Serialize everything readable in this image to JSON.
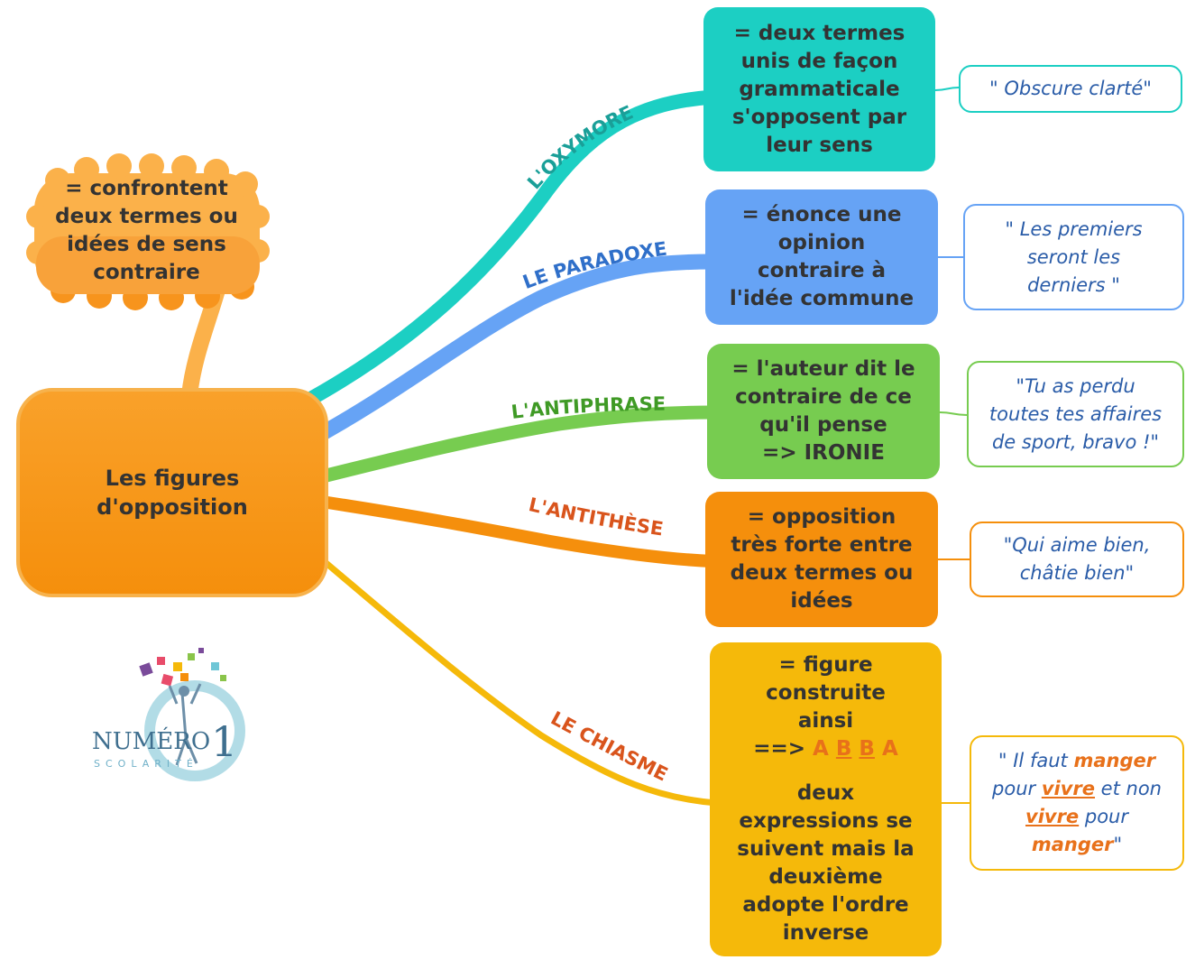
{
  "colors": {
    "oxymore": "#1ccfc3",
    "paradoxe": "#66a3f5",
    "antiphrase": "#77cc50",
    "antithese": "#f58f0c",
    "chiasme": "#f5b90a",
    "center": "#f7941d",
    "cloud": "#fbb14a",
    "example_text": "#2a5ca8",
    "highlight": "#e8711a"
  },
  "center": {
    "title_line1": "Les figures",
    "title_line2": "d'opposition"
  },
  "cloud": {
    "line1": "= confrontent",
    "line2": "deux termes ou",
    "line3": "idées de sens",
    "line4": "contraire"
  },
  "branches": {
    "oxymore": {
      "label": "L'OXYMORE",
      "def": [
        "= deux termes",
        "unis de façon",
        "grammaticale",
        "s'opposent par",
        "leur sens"
      ],
      "example": [
        "\" Obscure clarté\""
      ]
    },
    "paradoxe": {
      "label": "LE PARADOXE",
      "def": [
        "= énonce une",
        "opinion",
        "contraire à",
        "l'idée commune"
      ],
      "example": [
        "\" Les premiers",
        "seront les",
        "derniers \""
      ]
    },
    "antiphrase": {
      "label": "L'ANTIPHRASE",
      "def": [
        "= l'auteur dit le",
        "contraire de ce",
        "qu'il pense",
        "=> IRONIE"
      ],
      "example": [
        "\"Tu as perdu",
        "toutes tes affaires",
        "de sport, bravo !\""
      ]
    },
    "antithese": {
      "label": "L'ANTITHÈSE",
      "def": [
        "= opposition",
        "très forte entre",
        "deux termes ou",
        "idées"
      ],
      "example": [
        "\"Qui aime bien,",
        "châtie bien\""
      ]
    },
    "chiasme": {
      "label": "LE CHIASME",
      "def": [
        "= figure",
        "construite",
        "ainsi"
      ],
      "abba_prefix": "==>",
      "abba_a1": "A",
      "abba_b1": "B",
      "abba_b2": "B",
      "abba_a2": "A",
      "def2": [
        "deux",
        "expressions se",
        "suivent mais la",
        "deuxième",
        "adopte l'ordre",
        "inverse"
      ],
      "example": {
        "p1": "\" Il faut ",
        "w1": "manger",
        "p2": "pour ",
        "w2": "vivre",
        "p3": " et non",
        "w3": "vivre",
        "p4": " pour",
        "w4": "manger",
        "p5": "\""
      }
    }
  },
  "logo": {
    "word": "NUMÉRO",
    "digit": "1",
    "sub": "SCOLARITÉ"
  }
}
